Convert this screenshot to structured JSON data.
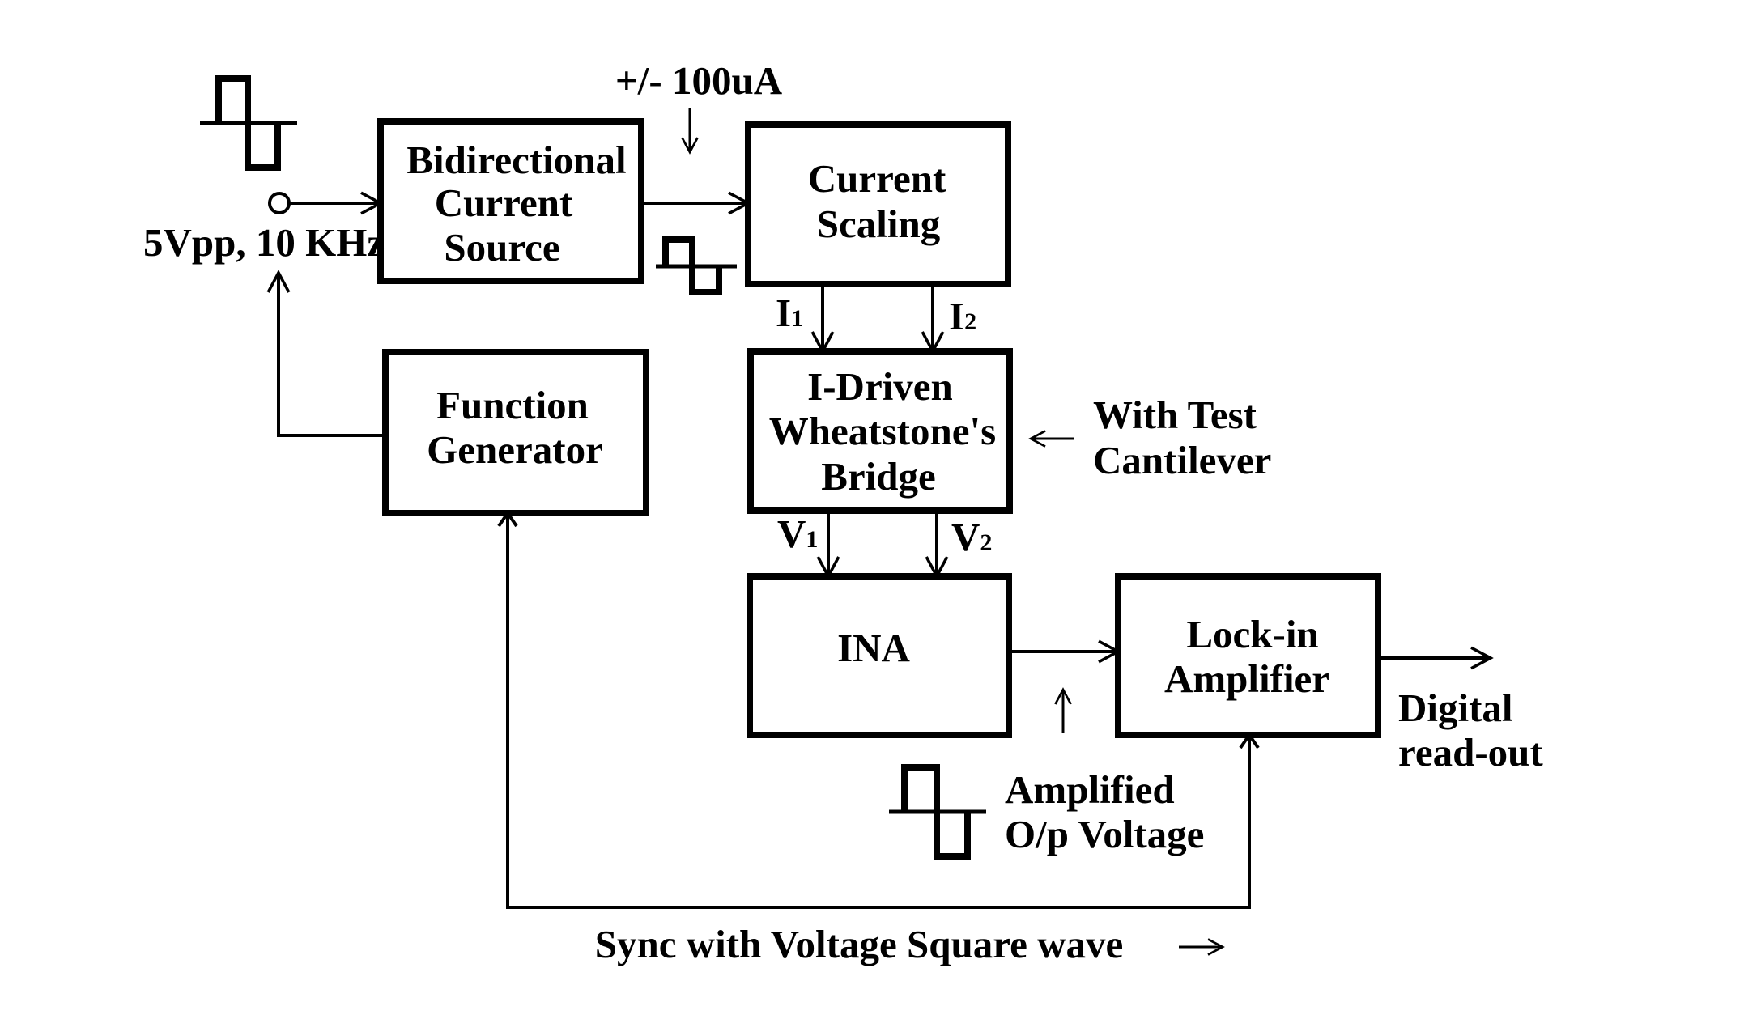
{
  "blocks": {
    "current_source": [
      "Bidirectional",
      "Current",
      "Source"
    ],
    "current_scaling": [
      "Current",
      "Scaling"
    ],
    "function_generator": [
      "Function",
      "Generator"
    ],
    "wheatstone_bridge": [
      "I-Driven",
      "Wheatstone's",
      "Bridge"
    ],
    "ina": [
      "INA"
    ],
    "lockin_amplifier": [
      "Lock-in",
      "Amplifier"
    ]
  },
  "labels": {
    "source_current": "+/- 100uA",
    "input_signal": "5Vpp, 10 KHz",
    "i1": {
      "main": "I",
      "sub": "1"
    },
    "i2": {
      "main": "I",
      "sub": "2"
    },
    "v1": {
      "main": "V",
      "sub": "1"
    },
    "v2": {
      "main": "V",
      "sub": "2"
    },
    "test_cantilever": [
      "With Test",
      "Cantilever"
    ],
    "amplified_output": [
      "Amplified",
      "O/p Voltage"
    ],
    "readout": [
      "Digital",
      "read-out"
    ],
    "sync": "Sync with Voltage Square wave"
  }
}
